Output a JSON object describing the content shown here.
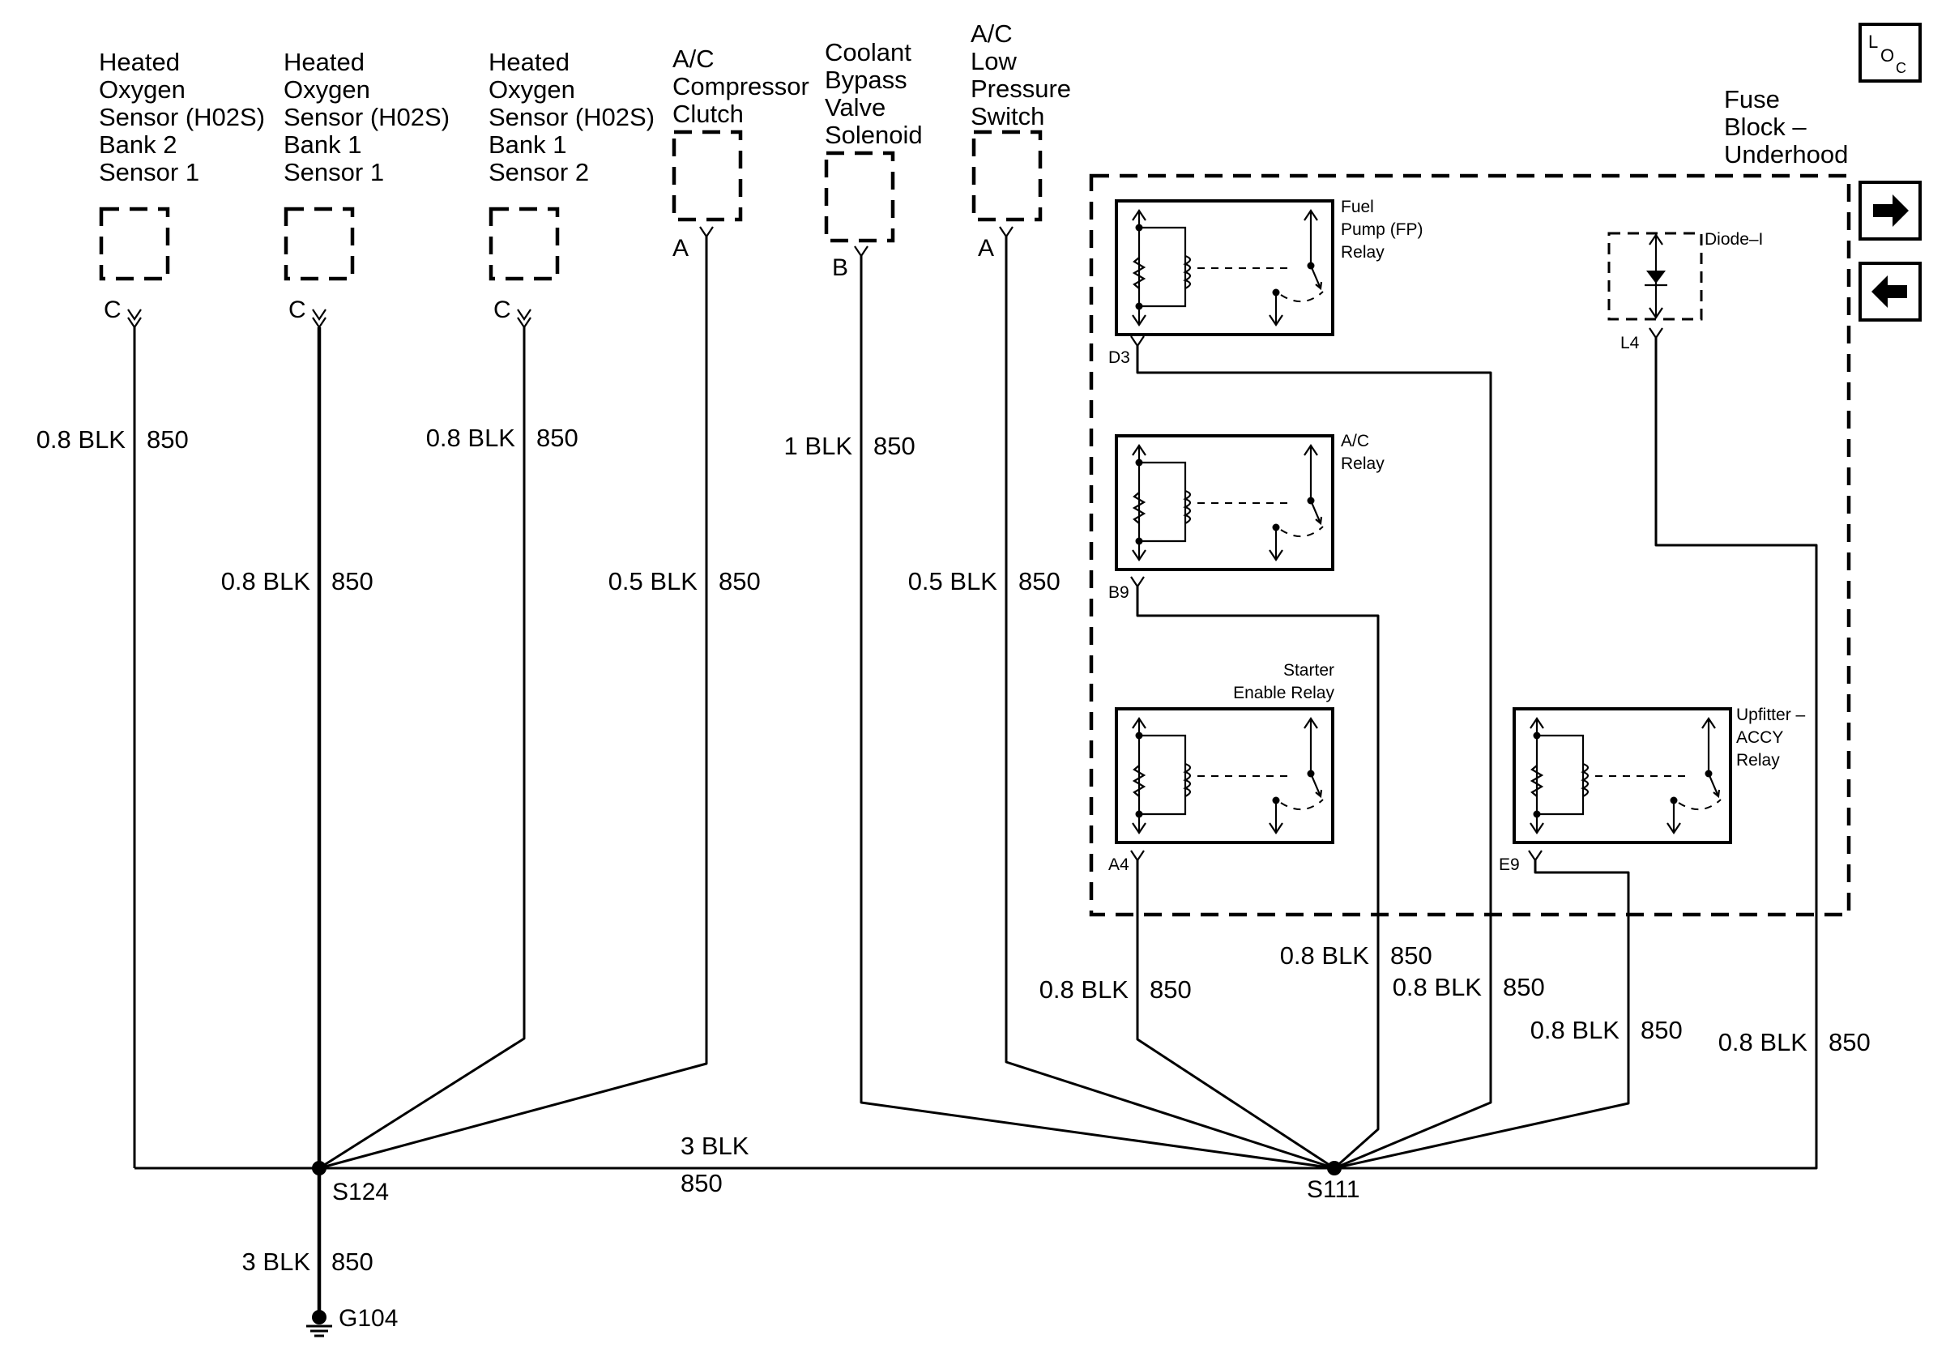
{
  "components": {
    "sensor_b2s1": [
      "Heated",
      "Oxygen",
      "Sensor (H02S)",
      "Bank 2",
      "Sensor 1"
    ],
    "sensor_b1s1": [
      "Heated",
      "Oxygen",
      "Sensor (H02S)",
      "Bank 1",
      "Sensor 1"
    ],
    "sensor_b1s2": [
      "Heated",
      "Oxygen",
      "Sensor (H02S)",
      "Bank 1",
      "Sensor 2"
    ],
    "ac_clutch": [
      "A/C",
      "Compressor",
      "Clutch"
    ],
    "coolant_valve": [
      "Coolant",
      "Bypass",
      "Valve",
      "Solenoid"
    ],
    "ac_switch": [
      "A/C",
      "Low",
      "Pressure",
      "Switch"
    ],
    "fuse_block": [
      "Fuse",
      "Block –",
      "Underhood"
    ]
  },
  "relays": {
    "fuel_pump": [
      "Fuel",
      "Pump (FP)",
      "Relay"
    ],
    "ac": [
      "A/C",
      "Relay"
    ],
    "starter": [
      "Starter",
      "Enable Relay"
    ],
    "upfitter": [
      "Upfitter –",
      "ACCY",
      "Relay"
    ],
    "diode": "Diode–I"
  },
  "pins": {
    "b2s1": "C",
    "b1s1": "C",
    "b1s2": "C",
    "clutch": "A",
    "coolant": "B",
    "switch": "A",
    "fp": "D3",
    "ac": "B9",
    "starter": "A4",
    "upfitter": "E9",
    "diode": "L4"
  },
  "wires": {
    "w1": {
      "size": "0.8 BLK",
      "circuit": "850"
    },
    "w2": {
      "size": "0.8 BLK",
      "circuit": "850"
    },
    "w3": {
      "size": "0.8 BLK",
      "circuit": "850"
    },
    "w4": {
      "size": "0.5 BLK",
      "circuit": "850"
    },
    "w5": {
      "size": "1 BLK",
      "circuit": "850"
    },
    "w6": {
      "size": "0.5 BLK",
      "circuit": "850"
    },
    "w7": {
      "size": "0.8 BLK",
      "circuit": "850"
    },
    "w8": {
      "size": "0.8 BLK",
      "circuit": "850"
    },
    "w9": {
      "size": "0.8 BLK",
      "circuit": "850"
    },
    "w10": {
      "size": "0.8 BLK",
      "circuit": "850"
    },
    "w11": {
      "size": "0.8 BLK",
      "circuit": "850"
    },
    "trunk": {
      "size": "3 BLK",
      "circuit": "850"
    },
    "ground": {
      "size": "3 BLK",
      "circuit": "850"
    }
  },
  "splices": {
    "s124": "S124",
    "s111": "S111"
  },
  "ground": "G104",
  "loc_icon": {
    "l": "L",
    "o": "O",
    "c": "C"
  },
  "icons": [
    "loc-icon",
    "arrow-right-icon",
    "arrow-left-icon"
  ]
}
